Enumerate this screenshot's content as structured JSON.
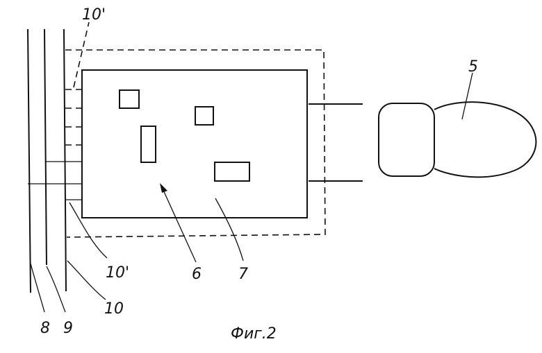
{
  "labels": {
    "ref_5": "5",
    "ref_6": "6",
    "ref_7": "7",
    "ref_8": "8",
    "ref_9": "9",
    "ref_10": "10",
    "ref_10_prime_top": "10'",
    "ref_10_prime_bottom": "10'"
  },
  "caption": "Фиг.2",
  "colors": {
    "ink": "#111111",
    "paper": "#ffffff"
  }
}
